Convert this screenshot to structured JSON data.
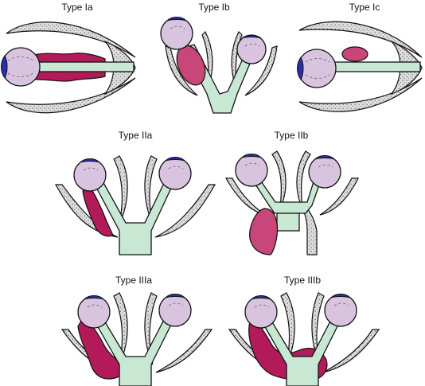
{
  "panels": [
    {
      "id": "type-ia",
      "label": "Type Ia"
    },
    {
      "id": "type-ib",
      "label": "Type Ib"
    },
    {
      "id": "type-ic",
      "label": "Type Ic"
    },
    {
      "id": "type-iia",
      "label": "Type IIa"
    },
    {
      "id": "type-iib",
      "label": "Type IIb"
    },
    {
      "id": "type-iiia",
      "label": "Type IIIa"
    },
    {
      "id": "type-iiib",
      "label": "Type IIIb"
    }
  ],
  "colors": {
    "globe": "#d9c4e0",
    "cornea": "#2a2fa8",
    "nerve": "#c9e8d4",
    "bone": "#dedede",
    "tumor": "#b31a5a"
  }
}
